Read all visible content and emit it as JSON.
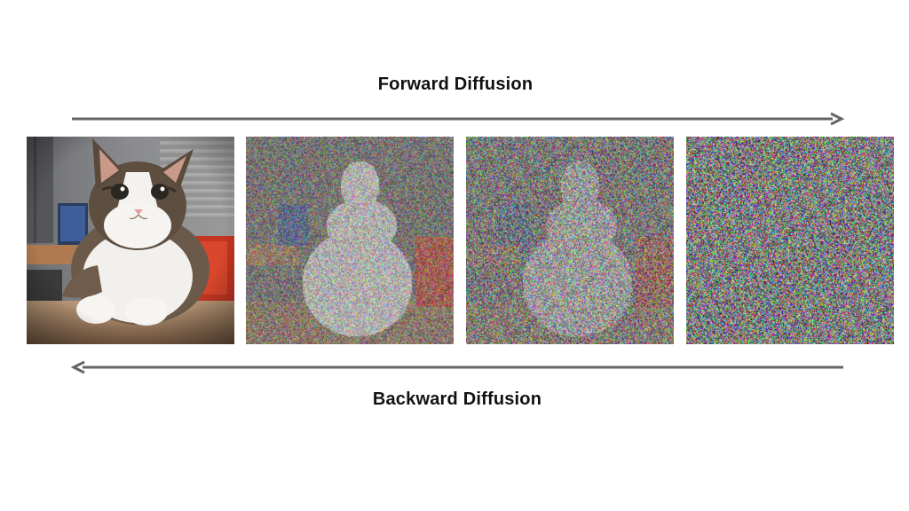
{
  "diagram": {
    "forward_label": "Forward Diffusion",
    "backward_label": "Backward Diffusion",
    "arrow_color": "#666666",
    "steps": [
      {
        "noise_level": 0.0
      },
      {
        "noise_level": 0.55
      },
      {
        "noise_level": 0.75
      },
      {
        "noise_level": 1.0
      }
    ]
  }
}
